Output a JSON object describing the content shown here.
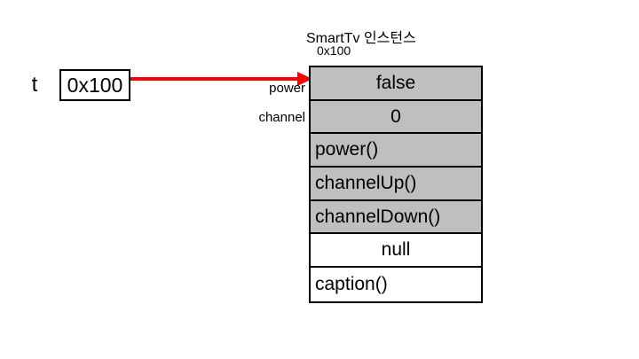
{
  "variable": {
    "name": "t",
    "value": "0x100"
  },
  "arrow": {
    "semantic": "reference-pointer",
    "color": "#FF0000"
  },
  "instance": {
    "title": "SmartTv 인스턴스",
    "address": "0x100",
    "field_labels": [
      "power",
      "channel"
    ],
    "rows": [
      {
        "text": "false",
        "align": "center",
        "fill": "gray"
      },
      {
        "text": "0",
        "align": "center",
        "fill": "gray"
      },
      {
        "text": "power()",
        "align": "left",
        "fill": "gray"
      },
      {
        "text": "channelUp()",
        "align": "left",
        "fill": "gray"
      },
      {
        "text": "channelDown()",
        "align": "left",
        "fill": "gray"
      },
      {
        "text": "null",
        "align": "center",
        "fill": "white"
      },
      {
        "text": "caption()",
        "align": "left",
        "fill": "white"
      }
    ],
    "colors": {
      "gray": "#BFBFBF",
      "white": "#FFFFFF",
      "border": "#000000"
    }
  }
}
